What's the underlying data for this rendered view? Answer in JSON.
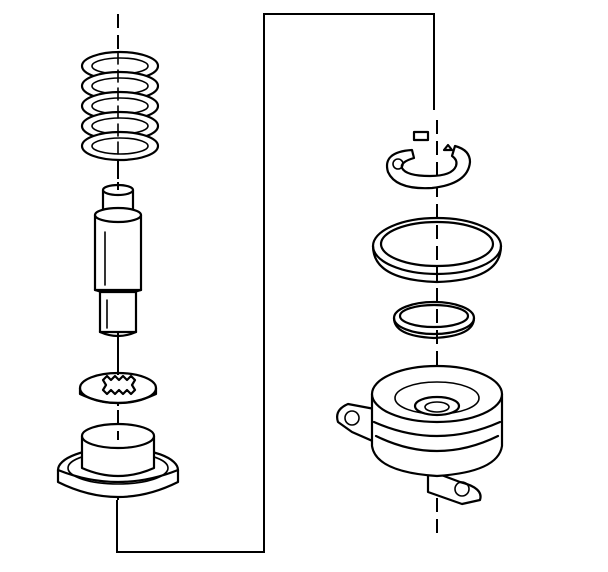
{
  "diagram": {
    "type": "exploded-parts-view",
    "parts": [
      {
        "id": "spring",
        "icon": "coil-spring-icon"
      },
      {
        "id": "valve-pin",
        "icon": "cylindrical-pin-icon"
      },
      {
        "id": "toothed-washer",
        "icon": "serrated-washer-icon"
      },
      {
        "id": "base-cap",
        "icon": "cap-with-flange-icon"
      },
      {
        "id": "snap-ring",
        "icon": "retaining-clip-icon"
      },
      {
        "id": "large-o-ring",
        "icon": "o-ring-icon"
      },
      {
        "id": "small-o-ring",
        "icon": "o-ring-icon"
      },
      {
        "id": "mounting-housing",
        "icon": "flanged-housing-icon"
      }
    ],
    "line_color": "#000000",
    "background_color": "#ffffff"
  }
}
